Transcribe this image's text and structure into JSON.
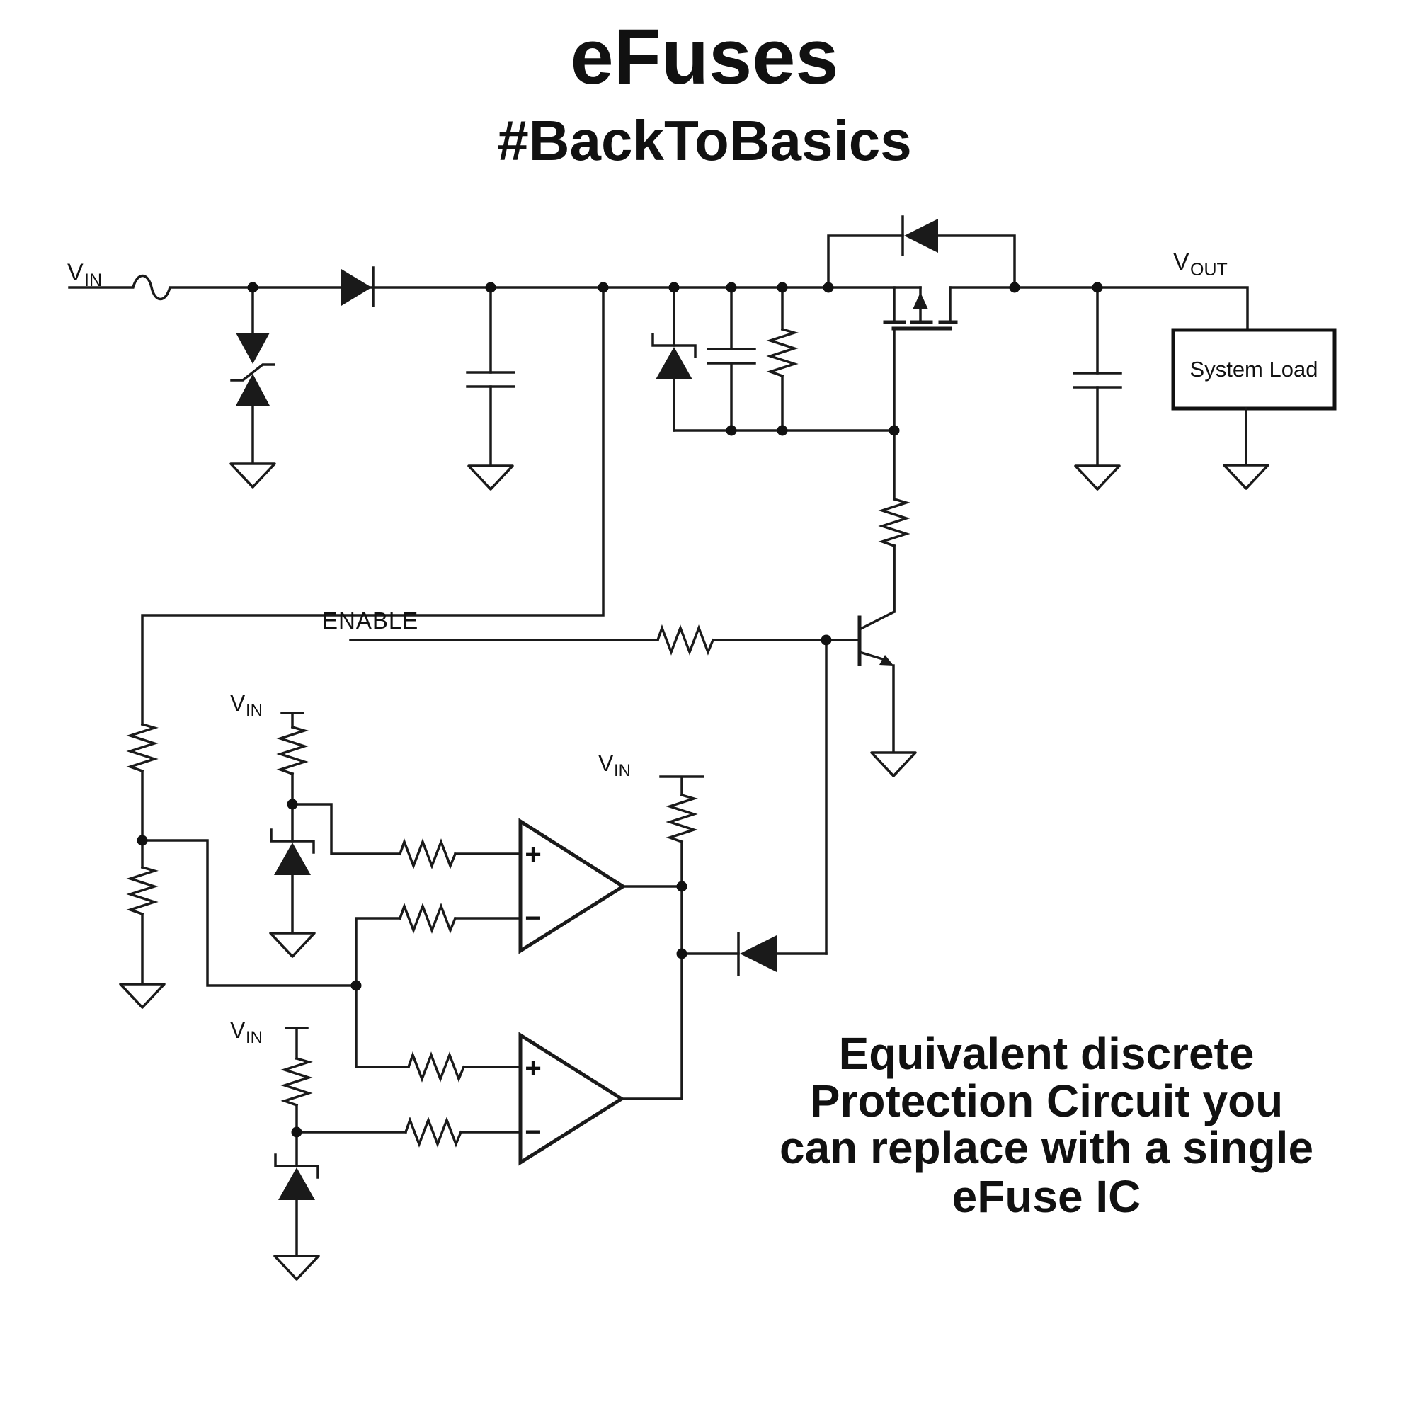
{
  "title": "eFuses",
  "subtitle": "#BackToBasics",
  "labels": {
    "v": "V",
    "in_sub": "IN",
    "out_sub": "OUT",
    "enable": "ENABLE",
    "system_load": "System Load",
    "plus": "+",
    "minus": "−"
  },
  "annotation": {
    "line1": "Equivalent discrete",
    "line2": "Protection Circuit you",
    "line3": "can replace with a single",
    "line4": "eFuse IC"
  },
  "colors": {
    "ink": "#1a1a1a",
    "background": "#ffffff"
  }
}
